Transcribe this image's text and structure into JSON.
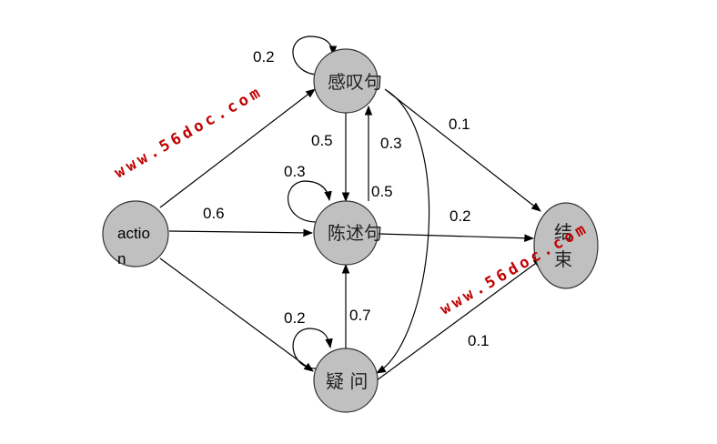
{
  "nodes": {
    "start": {
      "line1": "actio",
      "line2": "n"
    },
    "exclamatory": "感叹句",
    "declarative": "陈述句",
    "interrogative": "疑 问",
    "end_line1": "结",
    "end_line2": "束"
  },
  "edges": {
    "excl_self": "0.2",
    "start_excl": "",
    "start_decl": "0.6",
    "start_inter": "",
    "excl_decl": "0.5",
    "decl_excl": "0.5",
    "excl_inter": "0.3",
    "excl_end": "0.1",
    "decl_self": "0.3",
    "decl_end": "0.2",
    "inter_self": "0.2",
    "inter_decl": "0.7",
    "inter_end": "0.1"
  },
  "watermarks": [
    "www.56doc.com",
    "www.56doc.com"
  ],
  "colors": {
    "node_fill": "#c0c0c0",
    "watermark": "#c00000"
  }
}
